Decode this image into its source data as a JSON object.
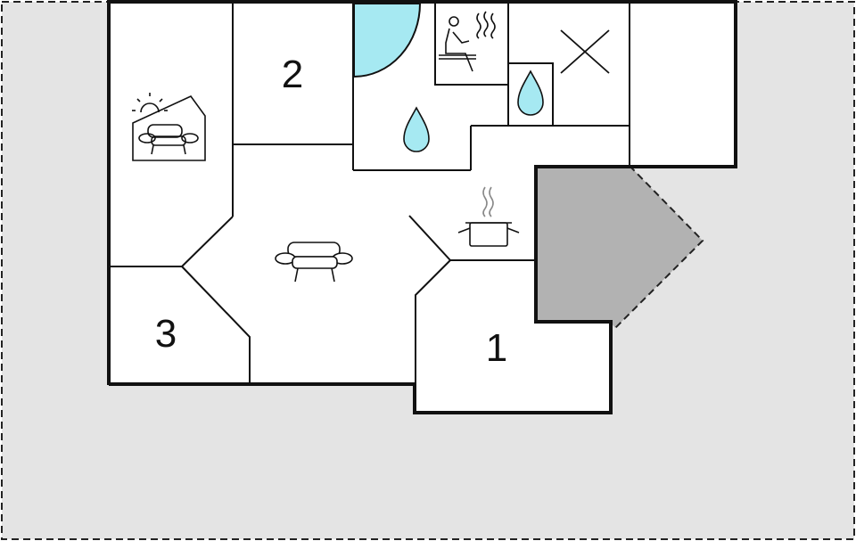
{
  "rooms": [
    {
      "id": "1",
      "label": "1"
    },
    {
      "id": "2",
      "label": "2"
    },
    {
      "id": "3",
      "label": "3"
    }
  ],
  "icons": [
    "sunroom-sofa-icon",
    "sauna-icon",
    "shower-drop-icon",
    "water-drop-icon",
    "cross-mark-icon",
    "cooking-pot-icon",
    "sofa-icon"
  ],
  "colors": {
    "outdoor_area": "#e4e4e4",
    "walls": "#111111",
    "terrace": "#b2b2b2",
    "water": "#a6e9f2"
  }
}
